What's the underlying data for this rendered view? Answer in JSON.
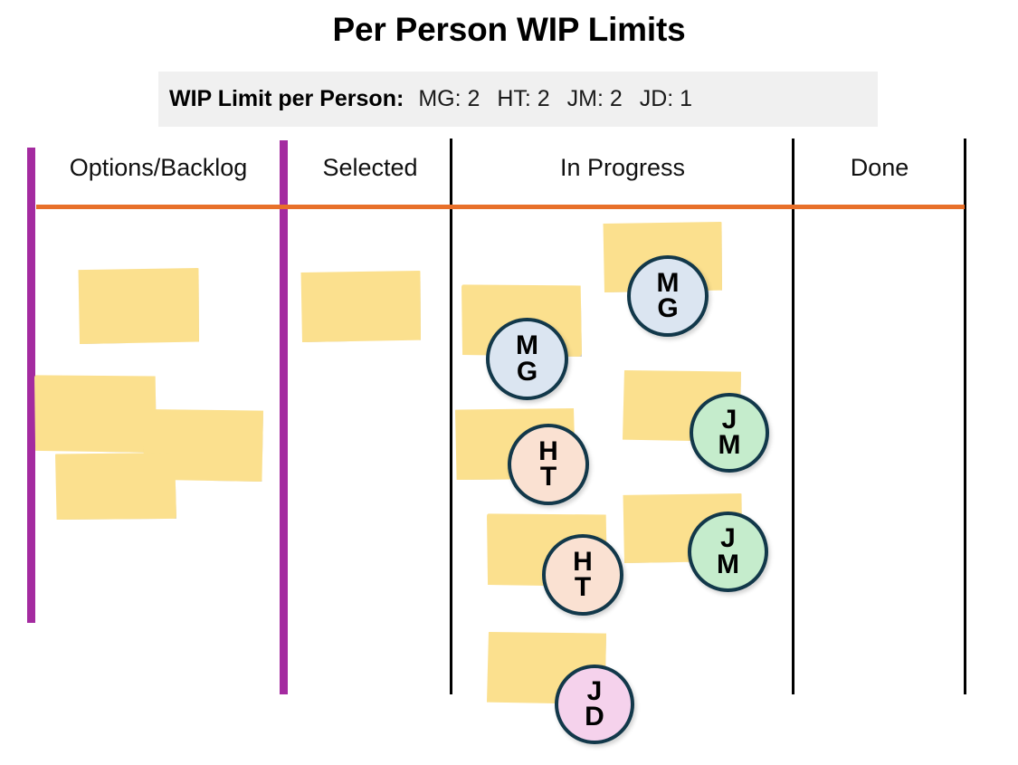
{
  "header": {
    "title": "Per Person WIP Limits"
  },
  "wip_banner": {
    "label": "WIP Limit per Person:",
    "entries": [
      {
        "person": "MG",
        "limit": "2",
        "text": "MG: 2"
      },
      {
        "person": "HT",
        "limit": "2",
        "text": "HT: 2"
      },
      {
        "person": "JM",
        "limit": "2",
        "text": "JM: 2"
      },
      {
        "person": "JD",
        "limit": "1",
        "text": "JD: 1"
      }
    ]
  },
  "board": {
    "columns": [
      {
        "id": "options-backlog",
        "label": "Options/Backlog",
        "card_count": 4
      },
      {
        "id": "selected",
        "label": "Selected",
        "card_count": 1
      },
      {
        "id": "in-progress",
        "label": "In Progress",
        "card_count": 7
      },
      {
        "id": "done",
        "label": "Done",
        "card_count": 0
      }
    ],
    "colors": {
      "note": "#fbe08e",
      "purple_rule": "#a42ba0",
      "orange_rule": "#e8702a",
      "black_rule": "#000000",
      "banner_bg": "#f0f0f0",
      "avatar_border": "#12384a"
    },
    "avatar_palette": {
      "MG": "#dbe5f1",
      "HT": "#fae1d2",
      "JM": "#c5eccc",
      "JD": "#f5d2ec"
    }
  },
  "cards": {
    "options_backlog": [
      {
        "id": "bl-1",
        "assignee": null
      },
      {
        "id": "bl-2",
        "assignee": null
      },
      {
        "id": "bl-3",
        "assignee": null
      },
      {
        "id": "bl-4",
        "assignee": null
      }
    ],
    "selected": [
      {
        "id": "sel-1",
        "assignee": null
      }
    ],
    "in_progress": [
      {
        "id": "ip-1",
        "assignee": "MG",
        "initial_top": "M",
        "initial_bottom": "G"
      },
      {
        "id": "ip-2",
        "assignee": "MG",
        "initial_top": "M",
        "initial_bottom": "G"
      },
      {
        "id": "ip-3",
        "assignee": "HT",
        "initial_top": "H",
        "initial_bottom": "T"
      },
      {
        "id": "ip-4",
        "assignee": "JM",
        "initial_top": "J",
        "initial_bottom": "M"
      },
      {
        "id": "ip-5",
        "assignee": "HT",
        "initial_top": "H",
        "initial_bottom": "T"
      },
      {
        "id": "ip-6",
        "assignee": "JM",
        "initial_top": "J",
        "initial_bottom": "M"
      },
      {
        "id": "ip-7",
        "assignee": "JD",
        "initial_top": "J",
        "initial_bottom": "D"
      }
    ],
    "done": []
  }
}
